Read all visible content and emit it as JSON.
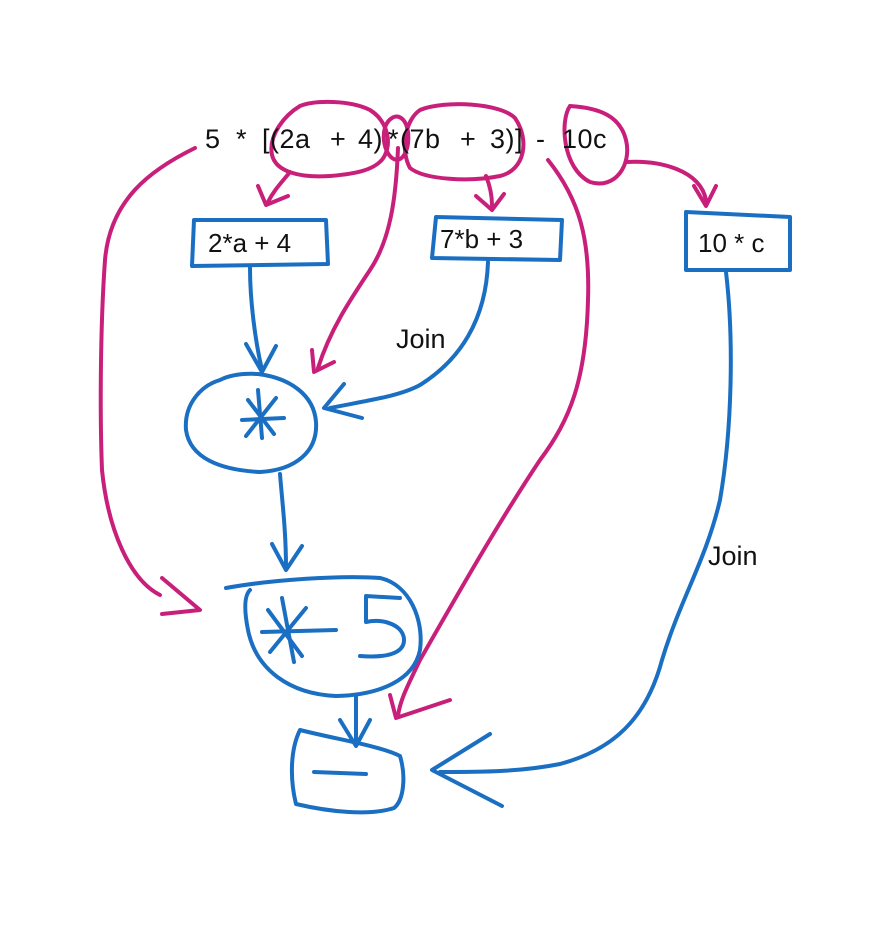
{
  "colors": {
    "magenta": "#c8207a",
    "blue": "#1a6fc2",
    "text": "#111111",
    "background": "#ffffff"
  },
  "expression": {
    "part_5": "5",
    "part_star1": "*",
    "part_open": "[(2a",
    "part_plus1": "+",
    "part_4": "4)",
    "part_star2": "*",
    "part_7b": "(7b",
    "part_plus2": "+",
    "part_3": "3)]",
    "part_minus": "-",
    "part_10c": "10c"
  },
  "boxes": {
    "box_2a": "2*a + 4",
    "box_7b": "7*b + 3",
    "box_10c": "10 * c"
  },
  "labels": {
    "join_1": "Join",
    "join_2": "Join"
  },
  "nodes": {
    "multiply_node": "multiply (*) operator node",
    "multiply_five_node": "multiply (*) by 5 node",
    "minus_node": "subtract (−) operator node"
  }
}
